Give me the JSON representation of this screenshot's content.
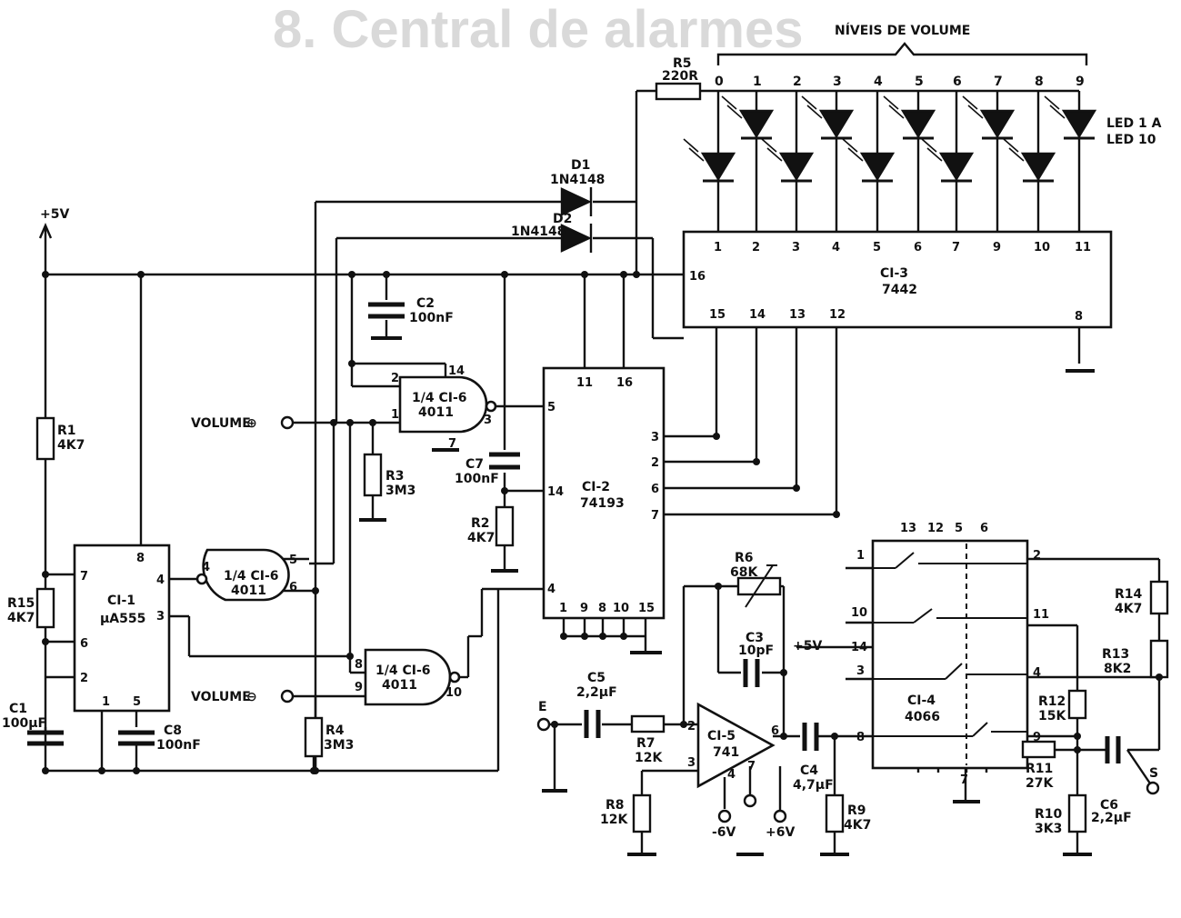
{
  "header": {
    "faded_title": "8. Central de alarmes",
    "volume_levels": "NÍVEIS DE VOLUME"
  },
  "level_numbers": [
    "0",
    "1",
    "2",
    "3",
    "4",
    "5",
    "6",
    "7",
    "8",
    "9"
  ],
  "led_label": {
    "line1": "LED 1 A",
    "line2": "LED 10"
  },
  "supply": {
    "plus5": "+5V",
    "plus5b": "+5V",
    "minus6": "-6V",
    "plus6": "+6V"
  },
  "inputs": {
    "volume_plus": "VOLUME",
    "volume_minus": "VOLUME",
    "e": "E",
    "s": "S"
  },
  "ci1": {
    "name": "CI-1",
    "part": "μA555",
    "pins": [
      "8",
      "7",
      "6",
      "2",
      "1",
      "5",
      "4",
      "3"
    ]
  },
  "ci2": {
    "name": "CI-2",
    "part": "74193",
    "pins": [
      "11",
      "16",
      "5",
      "14",
      "4",
      "1",
      "9",
      "8",
      "10",
      "15",
      "3",
      "2",
      "6",
      "7"
    ]
  },
  "ci3": {
    "name": "CI-3",
    "part": "7442",
    "pins_top": [
      "1",
      "2",
      "3",
      "4",
      "5",
      "6",
      "7",
      "9",
      "10",
      "11"
    ],
    "pins_bottom": [
      "15",
      "14",
      "13",
      "12",
      "8"
    ],
    "pin16": "16"
  },
  "ci4": {
    "name": "CI-4",
    "part": "4066",
    "pins": [
      "13",
      "12",
      "5",
      "6",
      "1",
      "2",
      "10",
      "11",
      "14",
      "3",
      "4",
      "8",
      "9",
      "7"
    ]
  },
  "ci5": {
    "name": "CI-5",
    "part": "741",
    "pins": [
      "2",
      "3",
      "6",
      "4",
      "7"
    ]
  },
  "gate1": {
    "name": "1/4 CI-6",
    "part": "4011",
    "pins": [
      "2",
      "1",
      "14",
      "3",
      "7"
    ]
  },
  "gate2": {
    "name": "1/4 CI-6",
    "part": "4011",
    "pins": [
      "4",
      "5",
      "6"
    ]
  },
  "gate3": {
    "name": "1/4 CI-6",
    "part": "4011",
    "pins": [
      "8",
      "9",
      "10"
    ]
  },
  "diodes": {
    "d1": "D1",
    "d1_part": "1N4148",
    "d2": "D2",
    "d2_part": "1N4148"
  },
  "resistors": {
    "r1": "R1",
    "r1v": "4K7",
    "r2": "R2",
    "r2v": "4K7",
    "r3": "R3",
    "r3v": "3M3",
    "r4": "R4",
    "r4v": "3M3",
    "r5": "R5",
    "r5v": "220R",
    "r6": "R6",
    "r6v": "68K",
    "r7": "R7",
    "r7v": "12K",
    "r8": "R8",
    "r8v": "12K",
    "r9": "R9",
    "r9v": "4K7",
    "r10": "R10",
    "r10v": "3K3",
    "r11": "R11",
    "r11v": "27K",
    "r12": "R12",
    "r12v": "15K",
    "r13": "R13",
    "r13v": "8K2",
    "r14": "R14",
    "r14v": "4K7",
    "r15": "R15",
    "r15v": "4K7"
  },
  "capacitors": {
    "c1": "C1",
    "c1v": "100μF",
    "c2": "C2",
    "c2v": "100nF",
    "c3": "C3",
    "c3v": "10pF",
    "c4": "C4",
    "c4v": "4,7μF",
    "c5": "C5",
    "c5v": "2,2μF",
    "c6": "C6",
    "c6v": "2,2μF",
    "c7": "C7",
    "c7v": "100nF",
    "c8": "C8",
    "c8v": "100nF"
  },
  "colors": {
    "ink": "#111111",
    "paper": "#ffffff",
    "ghost": "#d9d9d9"
  }
}
